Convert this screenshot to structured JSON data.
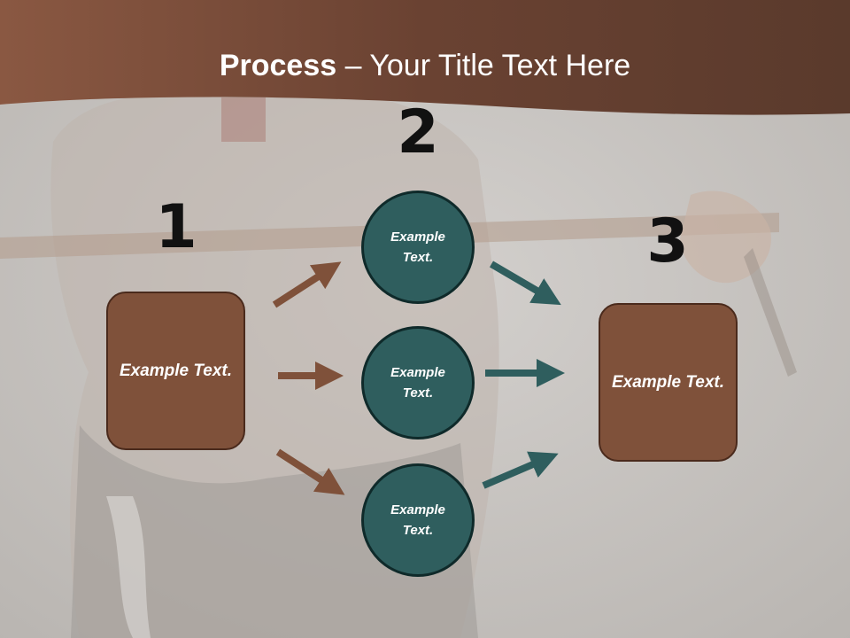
{
  "slide": {
    "title_bold": "Process",
    "title_rest": " – Your Title Text Here"
  },
  "steps": {
    "one": "1",
    "two": "2",
    "three": "3"
  },
  "left_box": {
    "text": "Example Text."
  },
  "circles": [
    {
      "text": "Example Text."
    },
    {
      "text": "Example Text."
    },
    {
      "text": "Example Text."
    }
  ],
  "right_box": {
    "text": "Example Text."
  },
  "colors": {
    "header_brown": "#6e4431",
    "box_brown": "#7f513a",
    "circle_teal": "#2f5e5e",
    "arrow_brown": "#7f513a",
    "arrow_teal": "#2f5e5e"
  }
}
